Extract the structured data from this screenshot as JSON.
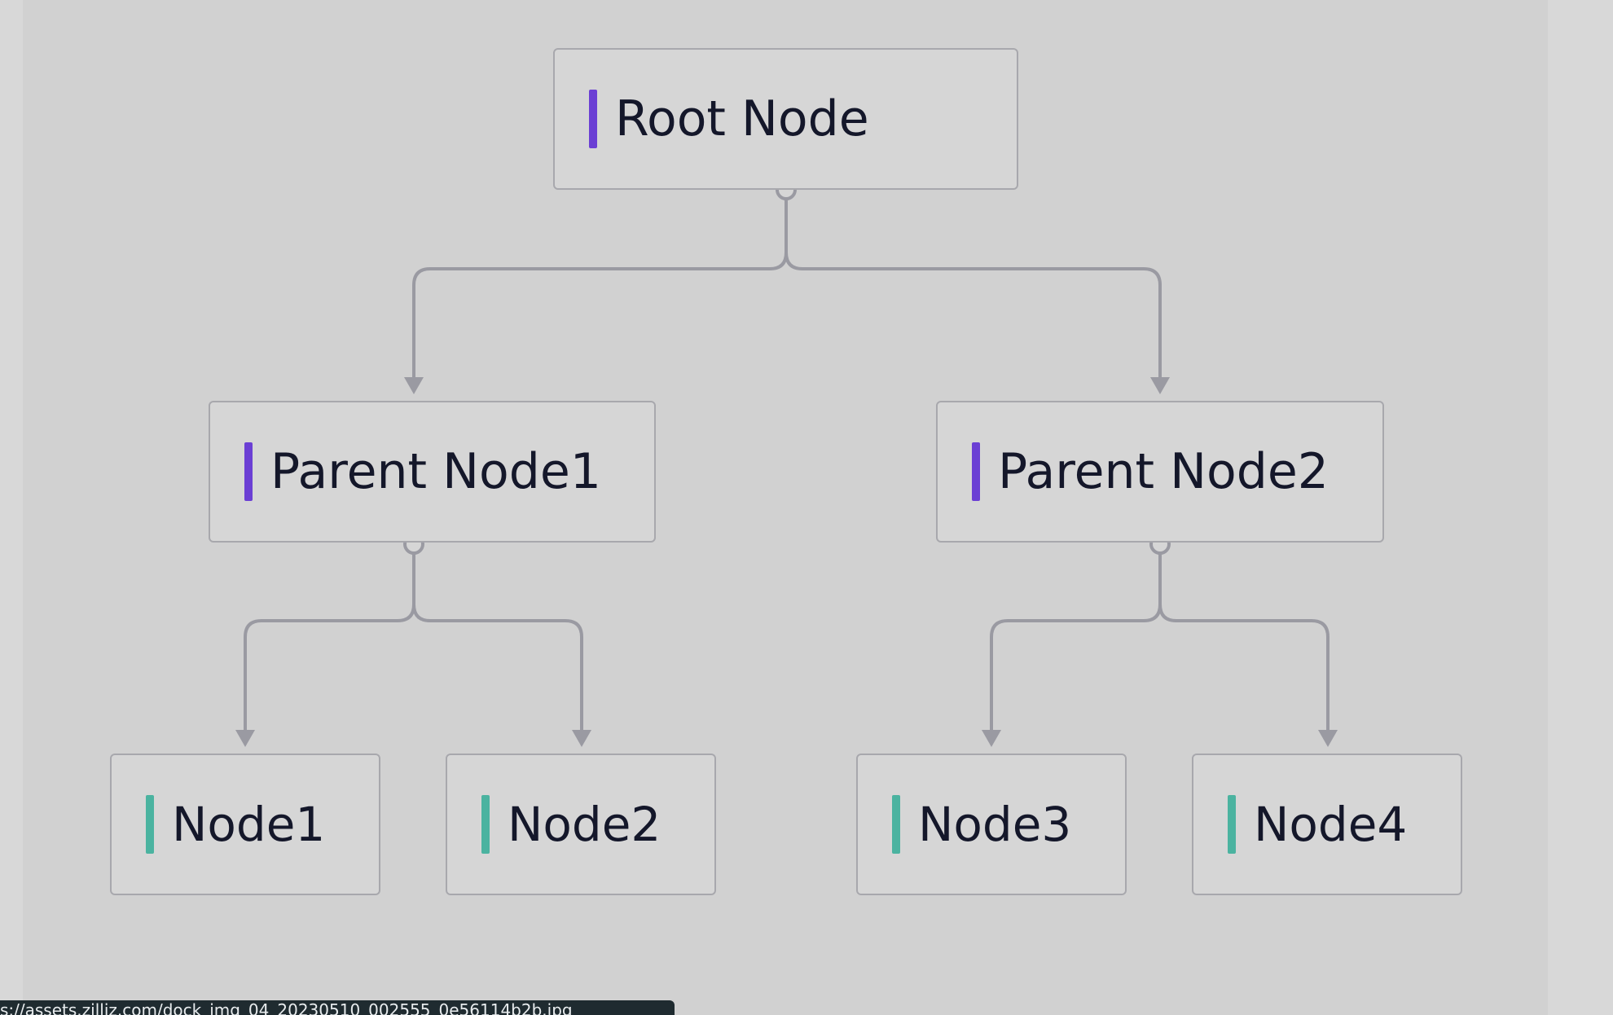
{
  "colors": {
    "parent_accent": "#6b3fd4",
    "leaf_accent": "#4bb3a0",
    "connector": "#9a9aa2"
  },
  "nodes": {
    "root": {
      "label": "Root Node",
      "level": "parent"
    },
    "parent1": {
      "label": "Parent Node1",
      "level": "parent"
    },
    "parent2": {
      "label": "Parent Node2",
      "level": "parent"
    },
    "node1": {
      "label": "Node1",
      "level": "leaf"
    },
    "node2": {
      "label": "Node2",
      "level": "leaf"
    },
    "node3": {
      "label": "Node3",
      "level": "leaf"
    },
    "node4": {
      "label": "Node4",
      "level": "leaf"
    }
  },
  "edges": [
    [
      "root",
      "parent1"
    ],
    [
      "root",
      "parent2"
    ],
    [
      "parent1",
      "node1"
    ],
    [
      "parent1",
      "node2"
    ],
    [
      "parent2",
      "node3"
    ],
    [
      "parent2",
      "node4"
    ]
  ],
  "status_bar": {
    "url": "s://assets.zilliz.com/dock_img_04_20230510_002555_0e56114b2b.jpg"
  }
}
